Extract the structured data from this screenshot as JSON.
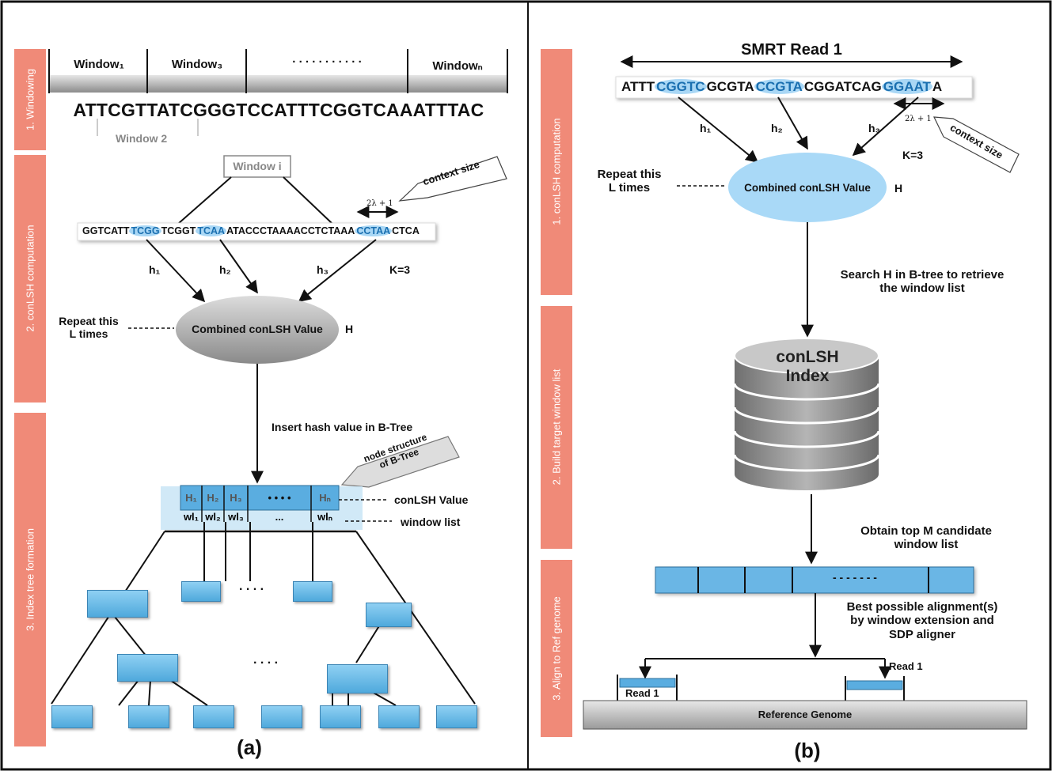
{
  "panel_a": {
    "caption": "(a)",
    "stages": [
      "1. Windowing",
      "2. conLSH computation",
      "3. Index tree formation"
    ],
    "windows": [
      "Window₁",
      "Window₃",
      ". . . . . . . . . . .",
      "Windowₙ"
    ],
    "window2_label": "Window 2",
    "sequence": "ATTCGTTATCGGGTCCATTTCGGTCAAATTTAC",
    "window_i_label": "Window i",
    "context_callout": "context size",
    "lambda_label": "2λ + 1",
    "subsequence": {
      "parts": [
        "GGTCATT",
        "TCGG",
        "TCGGT",
        "TCAA",
        "ATACCCTAAAACCTCTAAA",
        "CCTAA",
        "CTCA"
      ],
      "highlighted": [
        false,
        true,
        false,
        true,
        false,
        true,
        false
      ]
    },
    "hash_labels": [
      "h₁",
      "h₂",
      "h₃"
    ],
    "k_label": "K=3",
    "repeat_label": "Repeat this\nL times",
    "combined_label": "Combined conLSH Value",
    "h_label": "H",
    "insert_label": "Insert hash value in B-Tree",
    "node_callout": "node structure\nof B-Tree",
    "node_hashes": [
      "H₁",
      "H₂",
      "H₃",
      "• • • •",
      "Hₙ"
    ],
    "node_lists": [
      "wl₁",
      "wl₂",
      "wl₃",
      "...",
      "wlₙ"
    ],
    "conlsh_value_label": "conLSH Value",
    "window_list_label": "window list",
    "dots_mid": ". . . .",
    "dots_mid2": ". . . ."
  },
  "panel_b": {
    "caption": "(b)",
    "stages": [
      "1. conLSH computation",
      "2. Build target window list",
      "3. Align to Ref genome"
    ],
    "smrt_label": "SMRT Read 1",
    "read_parts": [
      "ATTT",
      "CGGTC",
      "GCGTA",
      "CCGTA",
      "CGGATCAG",
      "GGAAT",
      "A"
    ],
    "read_highlighted": [
      false,
      true,
      false,
      true,
      false,
      true,
      false
    ],
    "hash_labels": [
      "h₁",
      "h₂",
      "h₃"
    ],
    "lambda_label": "2λ + 1",
    "context_callout": "context size",
    "k_label": "K=3",
    "repeat_label": "Repeat this\nL times",
    "combined_label": "Combined conLSH Value",
    "h_label": "H",
    "search_label": "Search H in B-tree to retrieve\nthe window list",
    "index_label": "conLSH\nIndex",
    "obtain_label": "Obtain top M candidate\nwindow list",
    "dashes_label": "- - - - - - -",
    "best_label": "Best possible alignment(s)\nby window extension and\nSDP aligner",
    "read1_left": "Read 1",
    "read1_right": "Read 1",
    "reference_label": "Reference Genome"
  }
}
